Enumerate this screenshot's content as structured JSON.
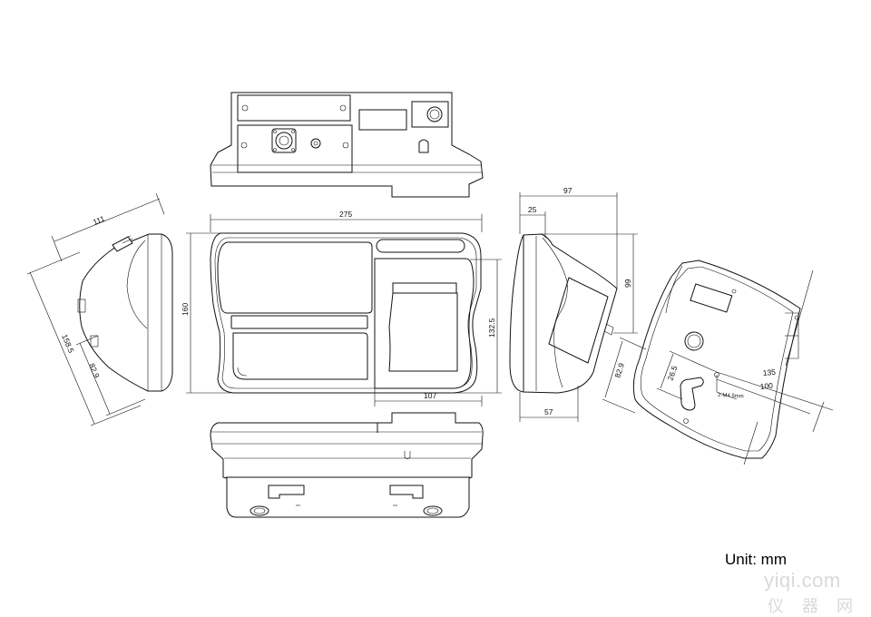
{
  "dimensions": {
    "top_width": "275",
    "height": "160",
    "inner_height": "132.5",
    "bottom_width": "107",
    "side_depth": "97",
    "side_offset": "25",
    "side_height": "99",
    "side_base": "57",
    "left_width": "111",
    "left_length": "158.5",
    "left_height": "82.9",
    "back_height": "82.9",
    "back_offset": "26.5",
    "back_span_a": "135",
    "back_span_b": "100",
    "screw_note": "2-M4 5mm"
  },
  "unit_label": "Unit: mm",
  "watermark": {
    "site": "yiqi.com",
    "cn": "仪器网"
  }
}
